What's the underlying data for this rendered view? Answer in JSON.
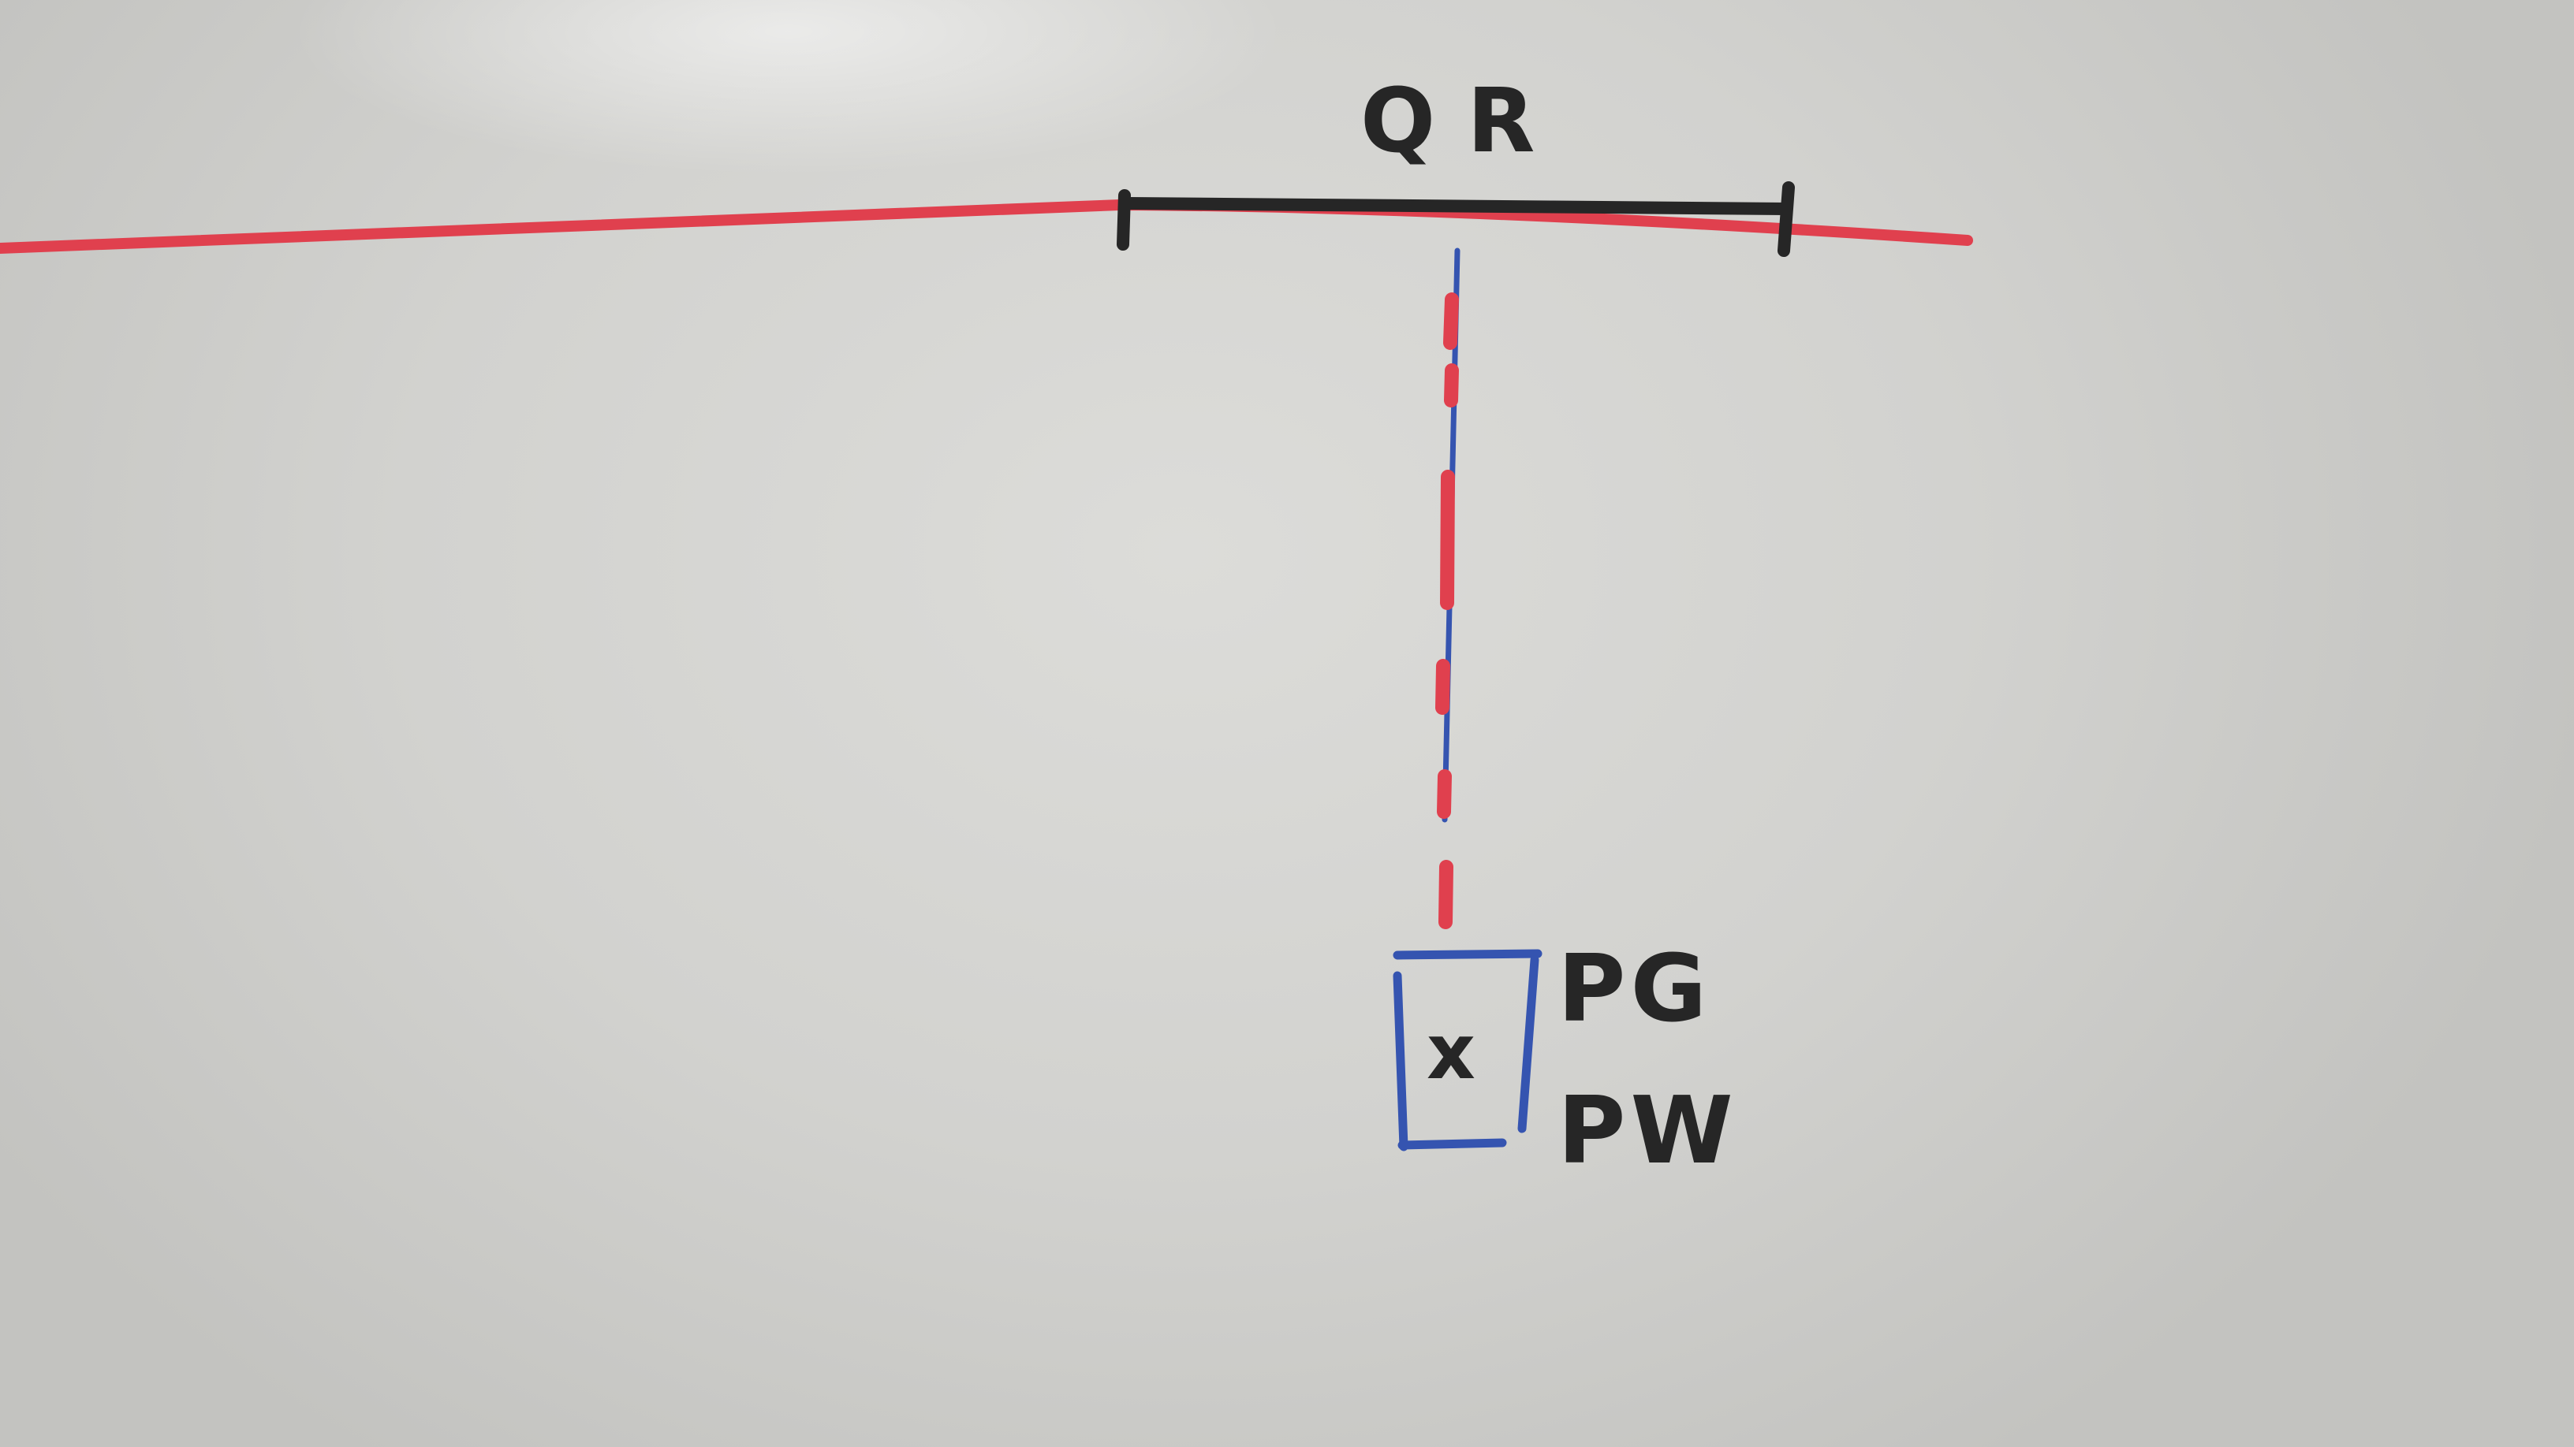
{
  "diagram": {
    "segment_label": "QR",
    "box_mark": "x",
    "box_labels": [
      "PG",
      "PW"
    ]
  },
  "colors": {
    "board": "#d2d2cf",
    "red_marker": "#e0404e",
    "black_marker": "#262626",
    "blue_marker": "#3554b0"
  }
}
